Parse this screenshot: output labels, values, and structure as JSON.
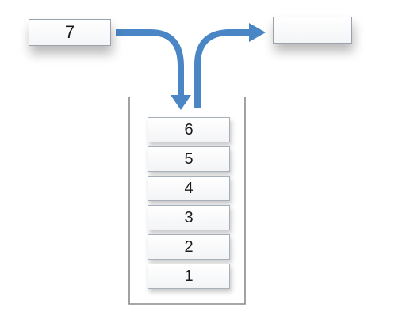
{
  "input": {
    "value": "7"
  },
  "output": {
    "value": ""
  },
  "stack": {
    "items": [
      "6",
      "5",
      "4",
      "3",
      "2",
      "1"
    ]
  },
  "colors": {
    "arrow": "#4a86c5",
    "container": "#8a8a8a"
  }
}
